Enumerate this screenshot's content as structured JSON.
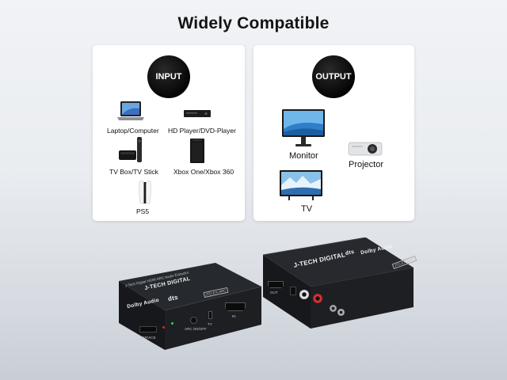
{
  "title": "Widely Compatible",
  "input": {
    "badge": "INPUT",
    "items": [
      {
        "label": "Laptop/Computer",
        "icon": "laptop-icon"
      },
      {
        "label": "HD Player/DVD-Player",
        "icon": "dvd-player-icon"
      },
      {
        "label": "TV Box/TV Stick",
        "icon": "tv-box-icon"
      },
      {
        "label": "Xbox One/Xbox 360",
        "icon": "xbox-console-icon"
      },
      {
        "label": "PS5",
        "icon": "ps5-console-icon"
      }
    ]
  },
  "output": {
    "badge": "OUTPUT",
    "items": [
      {
        "label": "Monitor",
        "icon": "monitor-icon"
      },
      {
        "label": "Projector",
        "icon": "projector-icon"
      },
      {
        "label": "TV",
        "icon": "tv-icon"
      }
    ]
  },
  "device": {
    "brand": "J-TECH DIGITAL",
    "dolby": "Dolby Audio",
    "dts": "dts",
    "model": "JTD-EX-ARC",
    "front_desc": "J-Tech Digital HDMI ARC Audio Extractor",
    "service": "SERVICE",
    "arc_on_off": "ARC ON/OFF",
    "tv_label": "TV",
    "in_label": "IN",
    "out_label": "OUT",
    "back_model": "JTD-EX-ARC"
  },
  "colors": {
    "accent": "#f29a1f",
    "device_body": "#1c1e22"
  }
}
